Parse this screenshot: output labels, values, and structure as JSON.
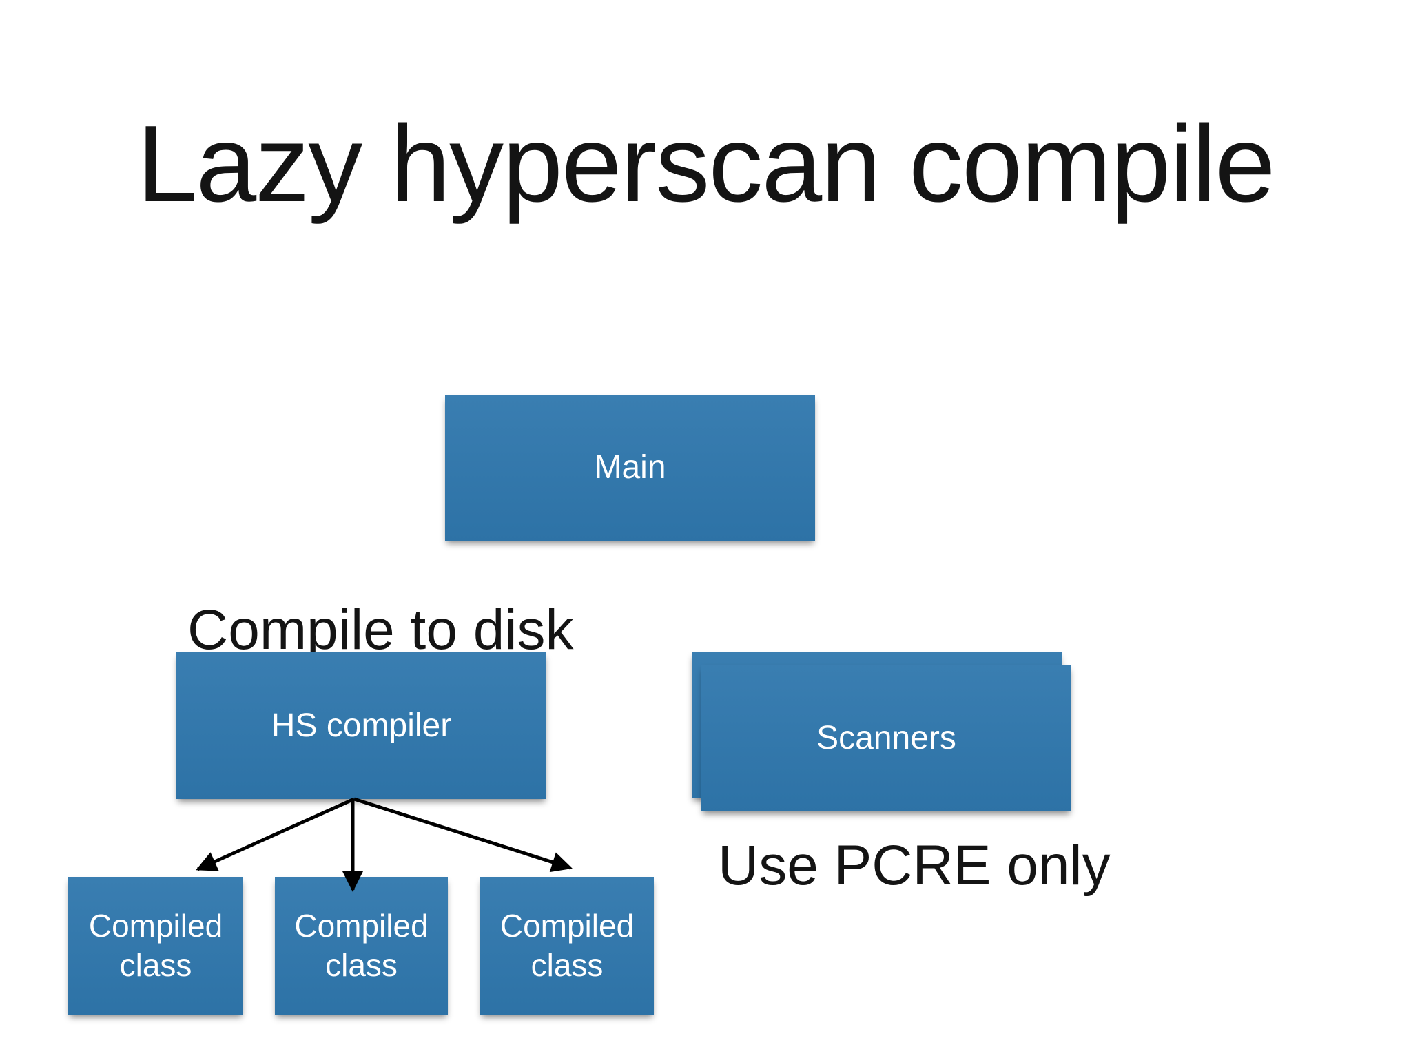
{
  "slide": {
    "title": "Lazy hyperscan compile"
  },
  "annotations": {
    "compile_to_disk": "Compile to disk",
    "use_pcre_only": "Use PCRE only"
  },
  "nodes": {
    "main": {
      "label": "Main"
    },
    "hs_compiler": {
      "label": "HS compiler"
    },
    "scanners": {
      "label": "Scanners",
      "stacked": true
    },
    "compiled_classes": [
      {
        "label": "Compiled class"
      },
      {
        "label": "Compiled class"
      },
      {
        "label": "Compiled class"
      }
    ]
  },
  "edges": [
    {
      "from": "hs_compiler",
      "to": "compiled_class_1",
      "style": "arrow"
    },
    {
      "from": "hs_compiler",
      "to": "compiled_class_2",
      "style": "arrow"
    },
    {
      "from": "hs_compiler",
      "to": "compiled_class_3",
      "style": "arrow"
    }
  ],
  "colors": {
    "box_blue": "#2F77AD",
    "box_text": "#FFFFFF",
    "title_text": "#141414",
    "arrow": "#000000",
    "background": "#FFFFFF"
  }
}
